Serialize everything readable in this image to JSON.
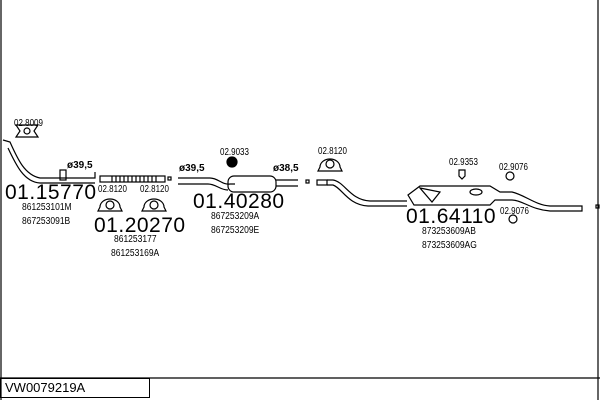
{
  "diagram_code": "VW0079219A",
  "parts": [
    {
      "number": "01.15770",
      "oem": [
        "861253101M",
        "867253091B"
      ],
      "diameter": "ø39,5"
    },
    {
      "number": "01.20270",
      "oem": [
        "861253177",
        "861253169A"
      ]
    },
    {
      "number": "01.40280",
      "oem": [
        "867253209A",
        "867253209E"
      ],
      "diameter_in": "ø39,5",
      "diameter_out": "ø38,5"
    },
    {
      "number": "01.64110",
      "oem": [
        "873253609AB",
        "873253609AG"
      ]
    }
  ],
  "accessories": [
    "02.8009",
    "02.8120",
    "02.8120",
    "02.9033",
    "02.8120",
    "02.9353",
    "02.9076",
    "02.9076"
  ]
}
